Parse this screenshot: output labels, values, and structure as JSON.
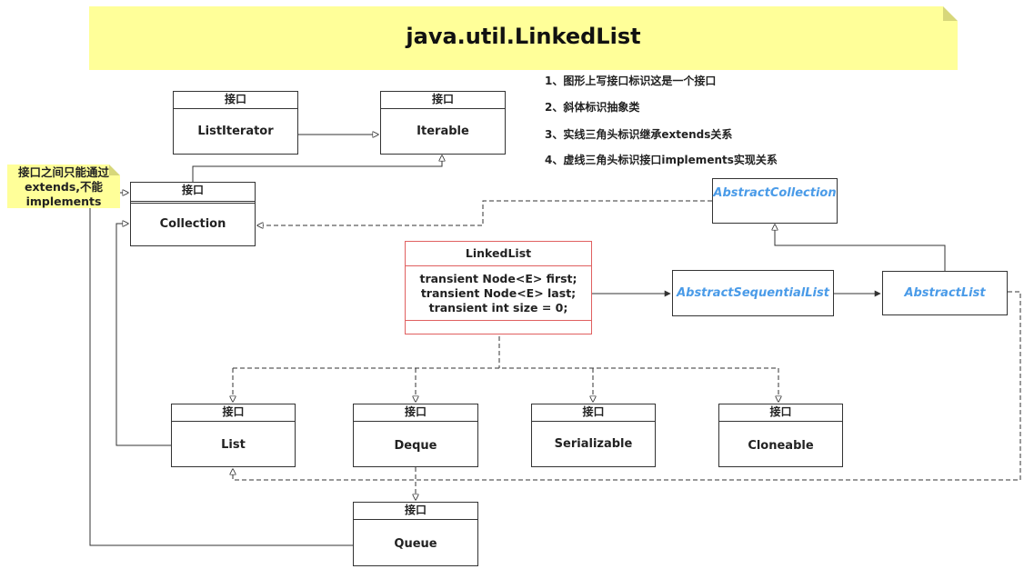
{
  "title": "java.util.LinkedList",
  "legend": [
    "1、图形上写接口标识这是一个接口",
    "2、斜体标识抽象类",
    "3、实线三角头标识继承extends关系",
    "4、虚线三角头标识接口implements实现关系"
  ],
  "side_note": {
    "line1": "接口之间只能通过",
    "line2": "extends,不能",
    "line3": "implements"
  },
  "interface_label": "接口",
  "nodes": {
    "list_iterator": "ListIterator",
    "iterable": "Iterable",
    "collection": "Collection",
    "abstract_collection": "AbstractCollection",
    "abstract_sequential_list": "AbstractSequentialList",
    "abstract_list": "AbstractList",
    "list": "List",
    "deque": "Deque",
    "serializable": "Serializable",
    "cloneable": "Cloneable",
    "queue": "Queue"
  },
  "linked_list": {
    "name": "LinkedList",
    "fields": [
      "transient Node<E> first;",
      "transient Node<E> last;",
      "transient int size = 0;"
    ]
  }
}
